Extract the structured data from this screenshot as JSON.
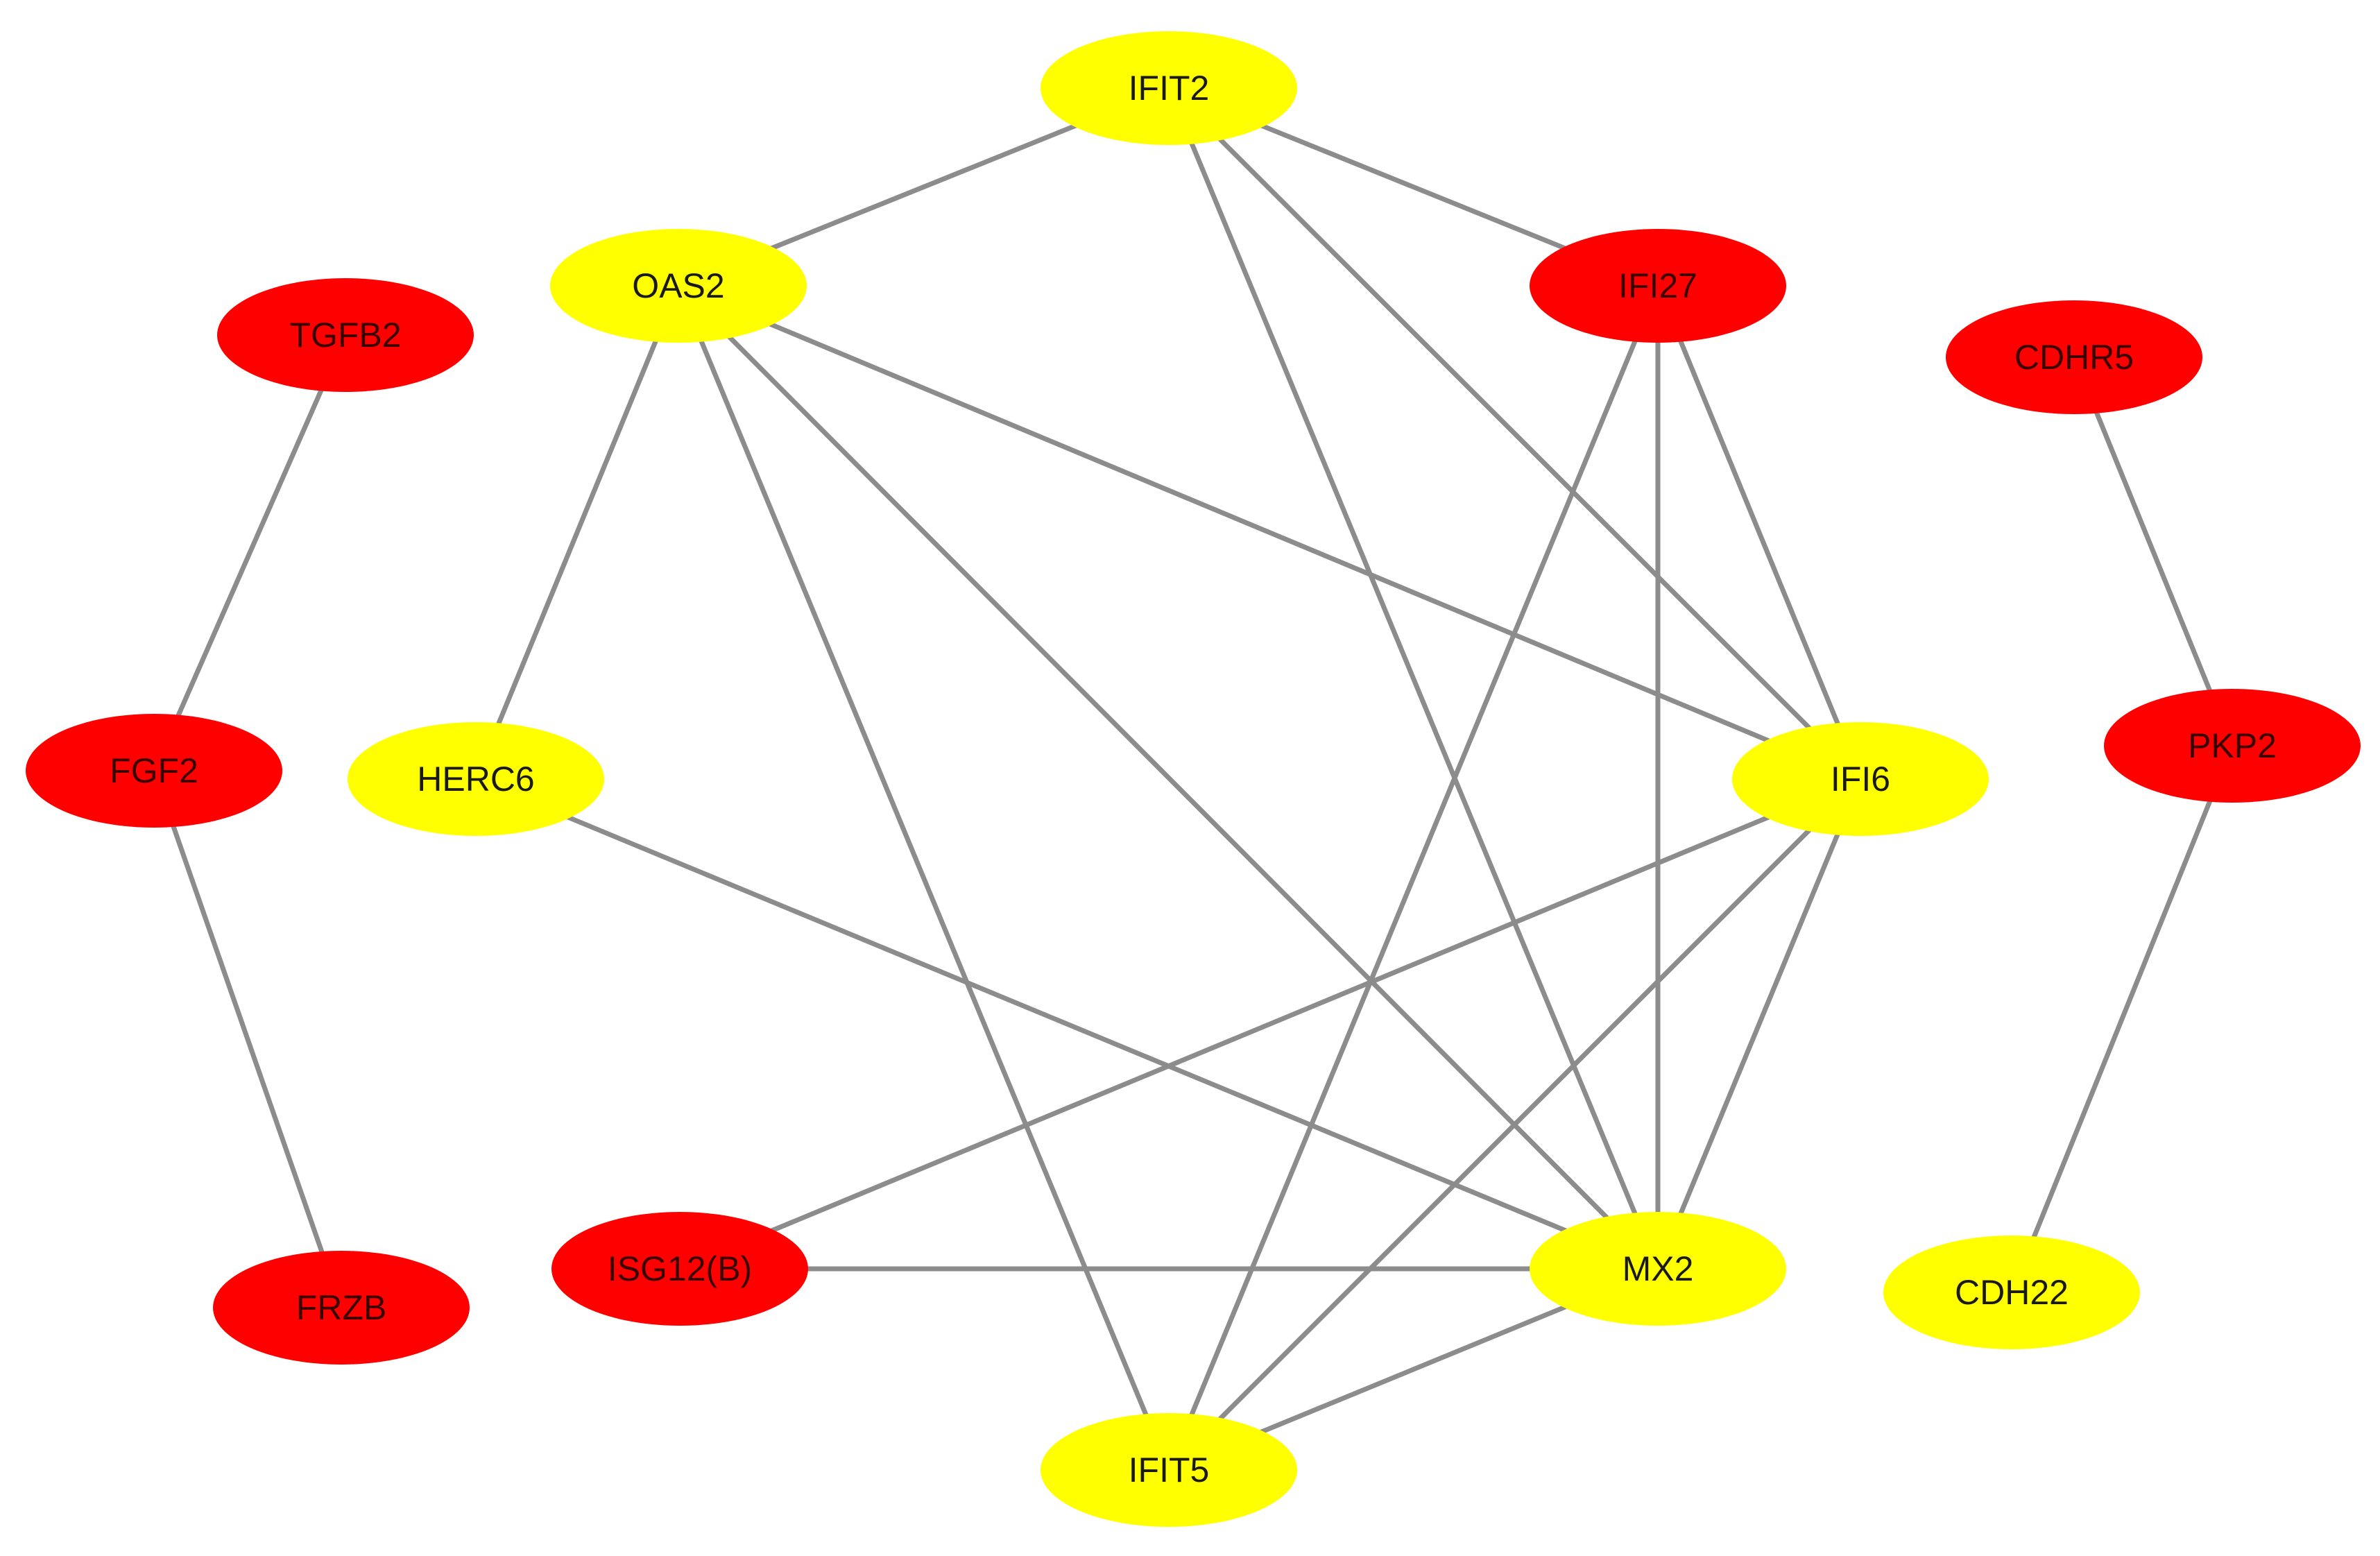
{
  "colors": {
    "up": "#ff0000",
    "down": "#ffff00",
    "edge": "#8c8c8c",
    "label_on_up": "#3a0000",
    "label_on_down": "#1a1a1a"
  },
  "nodes": [
    {
      "id": "IFIT2",
      "label": "IFIT2",
      "group": "down"
    },
    {
      "id": "OAS2",
      "label": "OAS2",
      "group": "down"
    },
    {
      "id": "IFI27",
      "label": "IFI27",
      "group": "up"
    },
    {
      "id": "TGFB2",
      "label": "TGFB2",
      "group": "up"
    },
    {
      "id": "CDHR5",
      "label": "CDHR5",
      "group": "up"
    },
    {
      "id": "FGF2",
      "label": "FGF2",
      "group": "up"
    },
    {
      "id": "HERC6",
      "label": "HERC6",
      "group": "down"
    },
    {
      "id": "IFI6",
      "label": "IFI6",
      "group": "down"
    },
    {
      "id": "PKP2",
      "label": "PKP2",
      "group": "up"
    },
    {
      "id": "ISG12B",
      "label": "ISG12(B)",
      "group": "up"
    },
    {
      "id": "MX2",
      "label": "MX2",
      "group": "down"
    },
    {
      "id": "CDH22",
      "label": "CDH22",
      "group": "down"
    },
    {
      "id": "FRZB",
      "label": "FRZB",
      "group": "up"
    },
    {
      "id": "IFIT5",
      "label": "IFIT5",
      "group": "down"
    }
  ],
  "edges": [
    [
      "IFIT2",
      "OAS2"
    ],
    [
      "IFIT2",
      "IFI27"
    ],
    [
      "IFIT2",
      "IFI6"
    ],
    [
      "IFIT2",
      "MX2"
    ],
    [
      "OAS2",
      "HERC6"
    ],
    [
      "OAS2",
      "IFI6"
    ],
    [
      "OAS2",
      "MX2"
    ],
    [
      "OAS2",
      "IFIT5"
    ],
    [
      "IFI27",
      "IFI6"
    ],
    [
      "IFI27",
      "MX2"
    ],
    [
      "IFI27",
      "IFIT5"
    ],
    [
      "HERC6",
      "MX2"
    ],
    [
      "IFI6",
      "ISG12B"
    ],
    [
      "IFI6",
      "MX2"
    ],
    [
      "IFI6",
      "IFIT5"
    ],
    [
      "ISG12B",
      "MX2"
    ],
    [
      "MX2",
      "IFIT5"
    ],
    [
      "TGFB2",
      "FGF2"
    ],
    [
      "FGF2",
      "FRZB"
    ],
    [
      "CDHR5",
      "PKP2"
    ],
    [
      "PKP2",
      "CDH22"
    ]
  ]
}
